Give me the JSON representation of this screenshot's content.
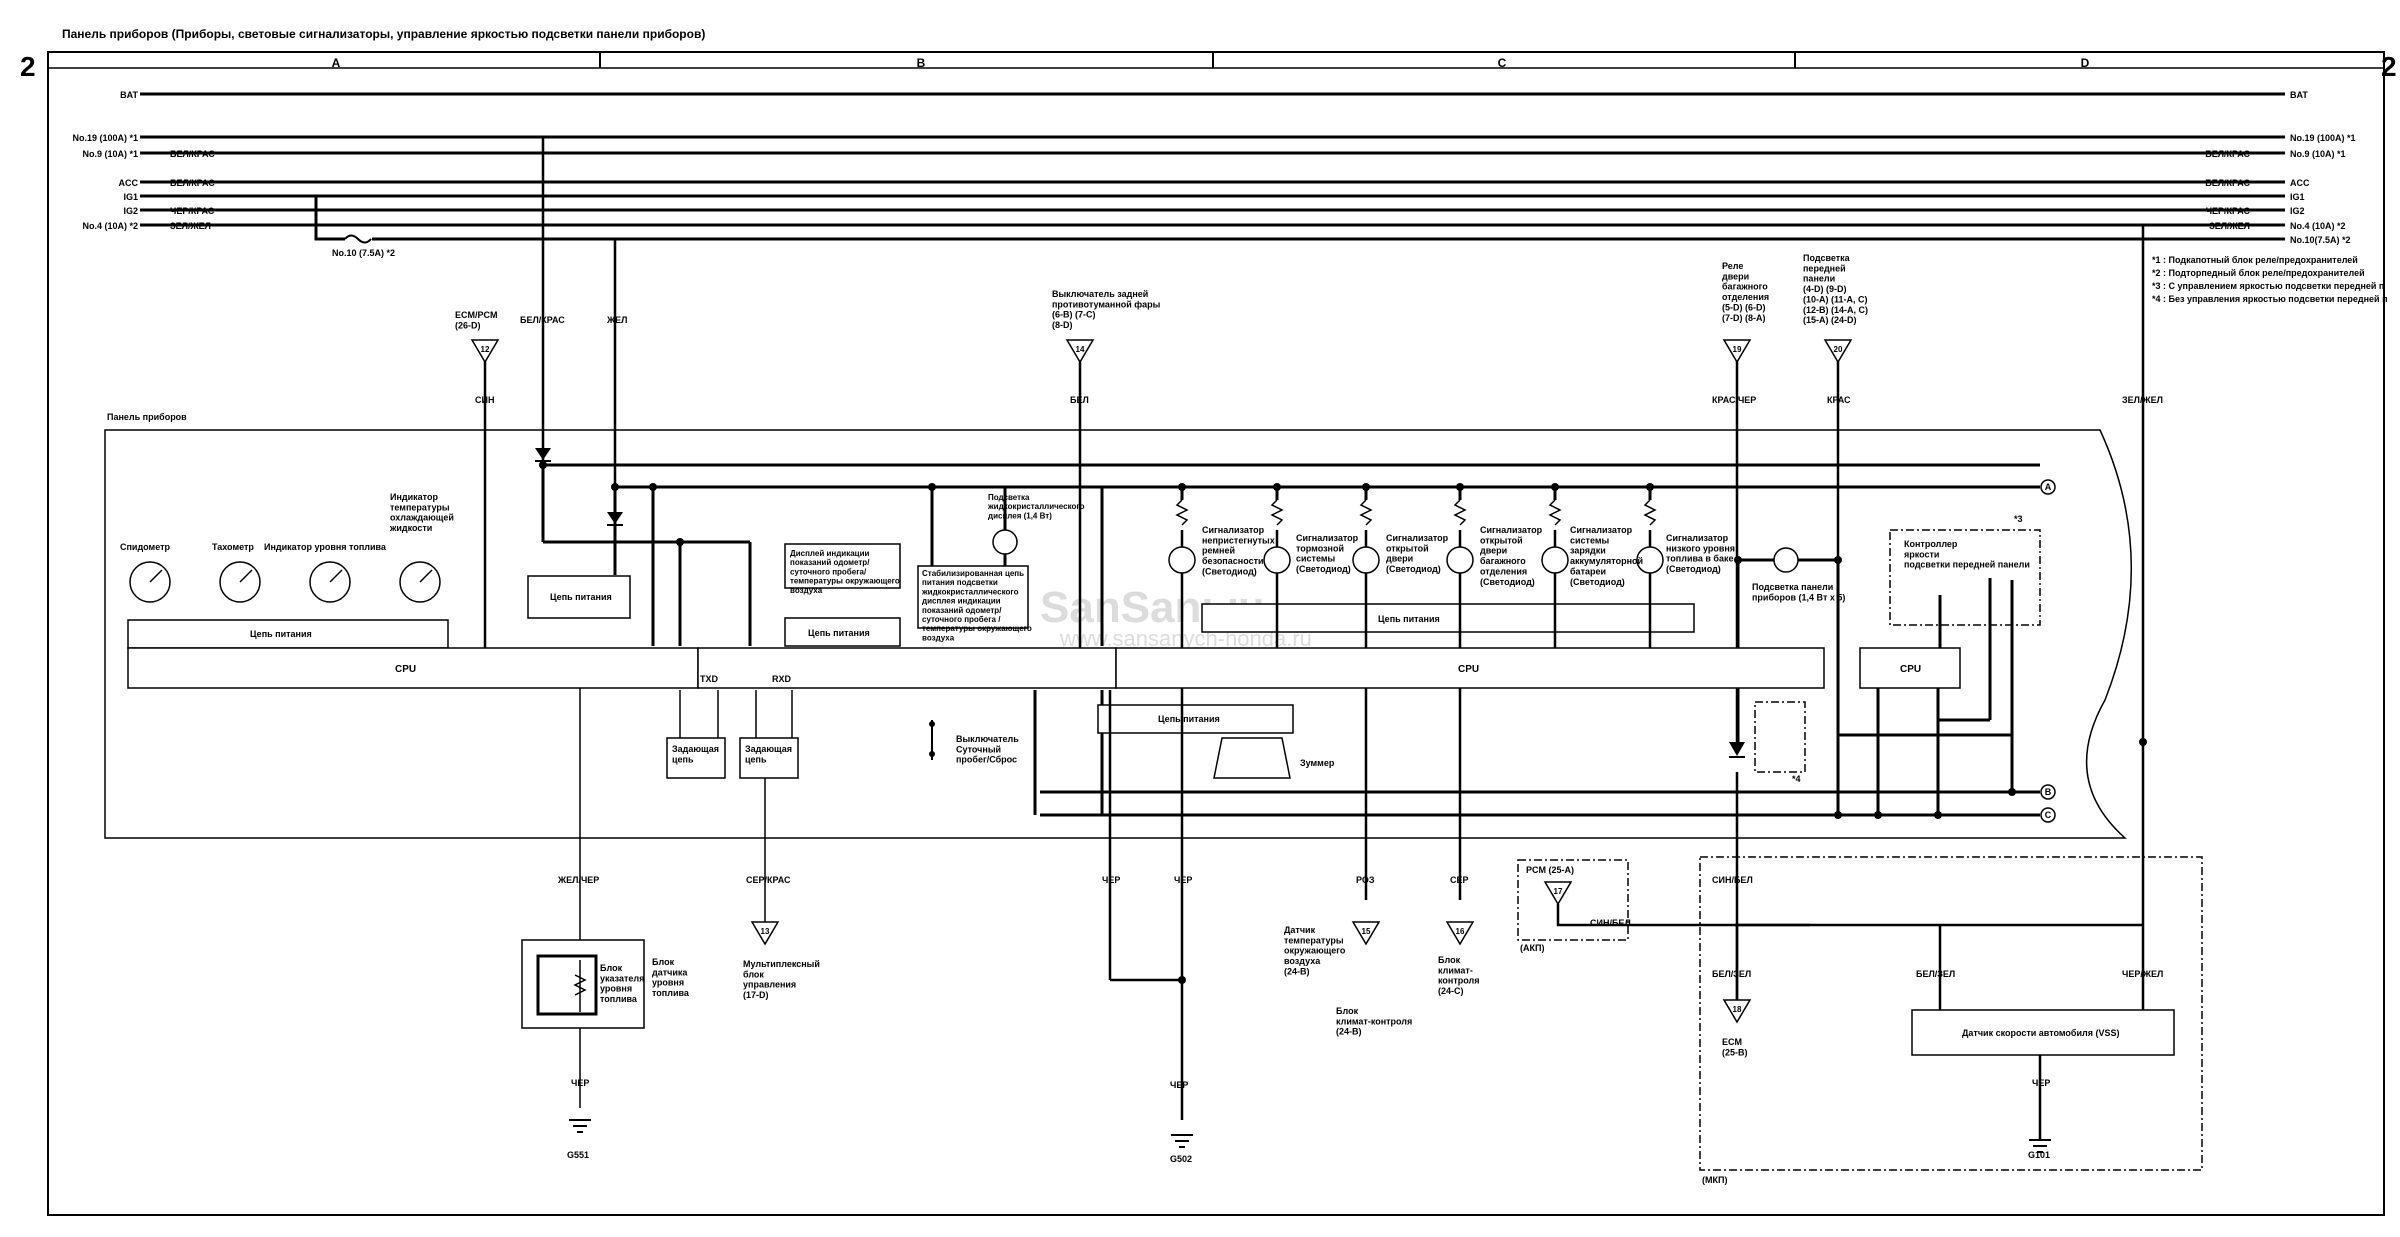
{
  "page": {
    "title": "Панель приборов (Приборы, световые сигнализаторы, управление яркостью подсветки панели приборов)",
    "page_number": "2",
    "zones": [
      "A",
      "B",
      "C",
      "D"
    ],
    "watermark": "SanSanыч",
    "watermark_url": "www.sansanych-honda.ru"
  },
  "power_rails": {
    "left": [
      "BAT",
      "No.19 (100A) *1",
      "No.9 (10A) *1",
      "ACC",
      "IG1",
      "IG2",
      "No.4 (10A) *2"
    ],
    "right": [
      "BAT",
      "No.19 (100A) *1",
      "No.9 (10A) *1",
      "ACC",
      "IG1",
      "IG2",
      "No.4 (10A) *2",
      "No.10(7.5A) *2"
    ],
    "left_wire_colors": [
      "БЕЛ/КРАС",
      "БЕЛ/КРАС",
      "ЧЕР/КРАС",
      "ЗЕЛ/ЖЕЛ"
    ],
    "right_wire_colors": [
      "БЕЛ/КРАС",
      "БЕЛ/КРАС",
      "ЧЕР/КРАС",
      "ЗЕЛ/ЖЕЛ"
    ],
    "fuse": "No.10 (7.5A) *2"
  },
  "notes": [
    "*1  : Подкапотный блок реле/предохранителей",
    "*2  : Подторпедный блок реле/предохранителей",
    "*3  : С управлением яркостью подсветки передней п",
    "*4  : Без управления яркостью подсветки передней п"
  ],
  "connectors": {
    "ecm_pcm": {
      "label": "ECM/PCM\n(26-D)",
      "pin": "12",
      "wire": "СИН"
    },
    "bel_kras": "БЕЛ/КРАС",
    "zhel": "ЖЕЛ",
    "rear_fog": {
      "label": "Выключатель задней\nпротивотуманной фары\n(6-B) (7-C)\n(8-D)",
      "pin": "14",
      "wire": "БЕЛ"
    },
    "trunk_relay": {
      "label": "Реле\nдвери\nбагажного\nотделения\n(5-D) (6-D)\n(7-D) (8-A)",
      "pin": "19",
      "wire": "КРАС/ЧЕР"
    },
    "front_panel_light": {
      "label": "Подсветка\nпередней\nпанели\n(4-D) (9-D)\n(10-A) (11-A, C)\n(12-B) (14-A, C)\n(15-A) (24-D)",
      "pin": "20",
      "wire": "КРАС"
    },
    "right_wire": "ЗЕЛ/ЖЕЛ"
  },
  "panel": {
    "label": "Панель приборов",
    "gauges": [
      "Спидометр",
      "Тахометр",
      "Индикатор уровня топлива",
      "Индикатор\nтемпературы\nохлаждающей\nжидкости"
    ],
    "power_circuit": "Цепь питания",
    "cpu": "CPU",
    "txd": "TXD",
    "rxd": "RXD",
    "drive_circuit": "Задающая\nцепь",
    "lcd_display": "Дисплей индикации\nпоказаний одометр/\nсуточного пробега/\nтемпературы окружающего\nвоздуха",
    "stabilized": "Стабилизированная цепь\nпитания подсветки\nжидкокристаллического\nдисплея индикации\nпоказаний одометр/\nсуточного пробега /\nтемпературы окружающего\nвоздуха",
    "lcd_light": "Подсветка\nжидкокристаллического\nдисплея (1,4 Вт)",
    "trip_switch": "Выключатель\nСуточный\nпробег/Сброс",
    "buzzer": "Зуммер",
    "indicators": [
      "Сигнализатор\nнепристегнутых\nремней\nбезопасности\n(Светодиод)",
      "Сигнализатор\nтормозной\nсистемы\n(Светодиод)",
      "Сигнализатор\nоткрытой\nдвери\n(Светодиод)",
      "Сигнализатор\nоткрытой\nдвери\nбагажного\nотделения\n(Светодиод)",
      "Сигнализатор\nсистемы\nзарядки\nаккумуляторной\nбатареи\n(Светодиод)",
      "Сигнализатор\nнизкого уровня\nтоплива в баке\n(Светодиод)"
    ],
    "panel_light": "Подсветка панели\nприборов (1,4 Вт x 5)",
    "brightness": "Контроллер\nяркости\nподсветки передней панели",
    "star3": "*3",
    "star4": "*4",
    "nodes": [
      "A",
      "B",
      "C"
    ]
  },
  "below": {
    "w1": "ЖЕЛ/ЧЕР",
    "fuel_sender": "Блок\nуказателя\nуровня\nтоплива",
    "fuel_sender_2": "Блок\nдатчика\nуровня\nтоплива",
    "cher": "ЧЕР",
    "g551": "G551",
    "w2": "СЕР/КРАС",
    "mux": {
      "label": "Мультиплексный\nблок\nуправления\n(17-D)",
      "pin": "13"
    },
    "w3": "ЧЕР",
    "w4": "ЧЕР",
    "g502": "G502",
    "w5": "РОЗ",
    "temp_sensor": {
      "label": "Датчик\nтемпературы\nокружающего\nвоздуха\n(24-B)",
      "pin": "15"
    },
    "climate_b": "Блок\nклимат-контроля\n(24-B)",
    "w6": "СЕР",
    "climate_c": {
      "label": "Блок\nклимат-\nконтроля\n(24-C)",
      "pin": "16"
    },
    "pcm": {
      "label": "PCM (25-A)",
      "pin": "17",
      "wire": "СИН/БЕЛ",
      "note": "(АКП)"
    },
    "w7": "СИН/БЕЛ",
    "w8": "БЕЛ/ЗЕЛ",
    "ecm": {
      "label": "ECM\n(25-B)",
      "pin": "18"
    },
    "w9": "БЕЛ/ЗЕЛ",
    "w10": "ЧЕР/ЖЕЛ",
    "vss": "Датчик скорости автомобиля (VSS)",
    "w11": "ЧЕР",
    "g101": "G101",
    "mkp": "(МКП)"
  }
}
